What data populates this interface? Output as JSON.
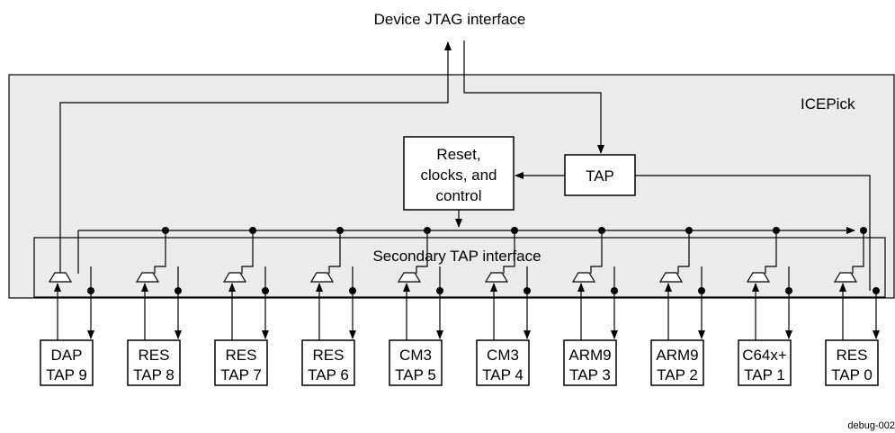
{
  "title": "Device JTAG interface",
  "icepick_label": "ICEPick",
  "reset_block": [
    "Reset,",
    "clocks, and",
    "control"
  ],
  "tap_block": "TAP",
  "secondary_label": "Secondary TAP interface",
  "taps": [
    {
      "name": "DAP",
      "id": "TAP 9"
    },
    {
      "name": "RES",
      "id": "TAP 8"
    },
    {
      "name": "RES",
      "id": "TAP 7"
    },
    {
      "name": "RES",
      "id": "TAP 6"
    },
    {
      "name": "CM3",
      "id": "TAP 5"
    },
    {
      "name": "CM3",
      "id": "TAP 4"
    },
    {
      "name": "ARM9",
      "id": "TAP 3"
    },
    {
      "name": "ARM9",
      "id": "TAP 2"
    },
    {
      "name": "C64x+",
      "id": "TAP 1"
    },
    {
      "name": "RES",
      "id": "TAP 0"
    }
  ],
  "figure_id": "debug-002"
}
